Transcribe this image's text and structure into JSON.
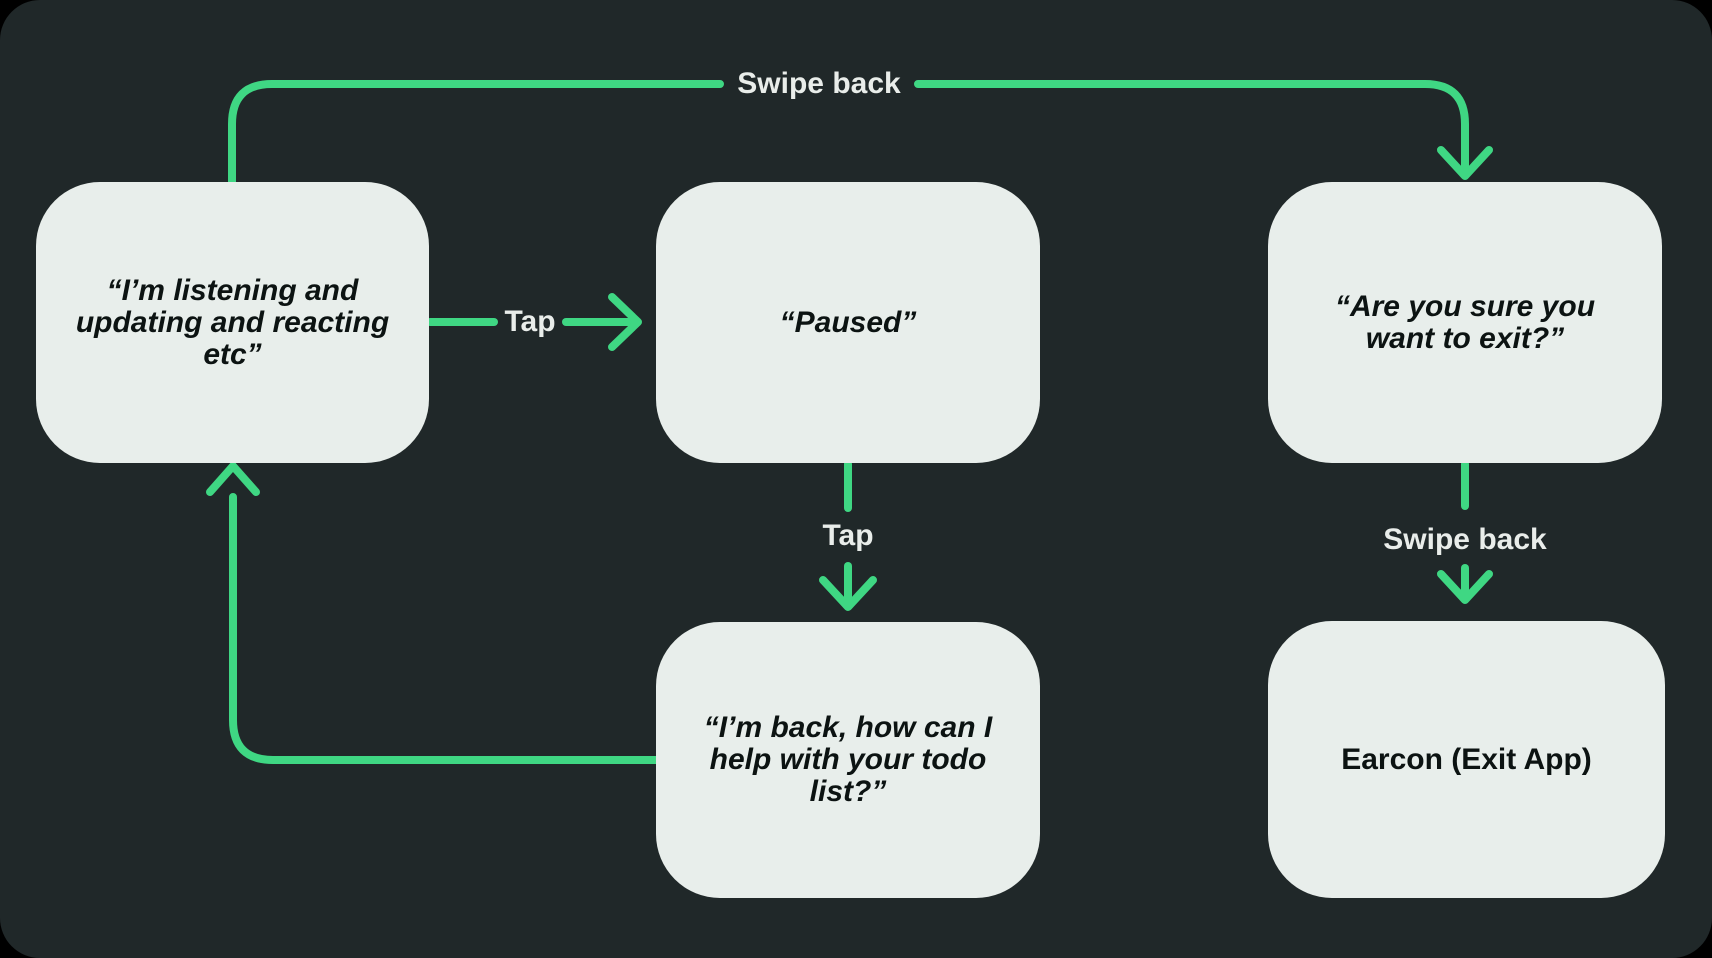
{
  "diagram": {
    "colors": {
      "page": "#000000",
      "background": "#202829",
      "node_fill": "#E8EEEB",
      "arrow": "#3FD783",
      "node_text": "#0C1312",
      "label_text": "#E9EDEA"
    },
    "nodes": [
      {
        "id": "listening",
        "style": "italic",
        "text": "“I’m listening and updating and reacting etc”",
        "lines": [
          "“I’m listening and",
          "updating and reacting",
          "etc”"
        ]
      },
      {
        "id": "paused",
        "style": "italic",
        "text": "“Paused”",
        "lines": [
          "“Paused”"
        ]
      },
      {
        "id": "exit-confirm",
        "style": "italic",
        "text": "“Are you sure you want to exit?”",
        "lines": [
          "“Are you sure you",
          "want to exit?”"
        ]
      },
      {
        "id": "back",
        "style": "italic",
        "text": "“I’m back, how can I help with your todo list?”",
        "lines": [
          "“I’m back, how can I",
          "help with your todo",
          "list?”"
        ]
      },
      {
        "id": "earcon",
        "style": "normal",
        "text": "Earcon (Exit App)",
        "lines": [
          "Earcon (Exit App)"
        ]
      }
    ],
    "edges": [
      {
        "from": "listening",
        "to": "paused",
        "label": "Tap"
      },
      {
        "from": "listening",
        "to": "exit-confirm",
        "label": "Swipe back"
      },
      {
        "from": "paused",
        "to": "back",
        "label": "Tap"
      },
      {
        "from": "exit-confirm",
        "to": "earcon",
        "label": "Swipe back"
      },
      {
        "from": "back",
        "to": "listening",
        "label": ""
      }
    ]
  }
}
